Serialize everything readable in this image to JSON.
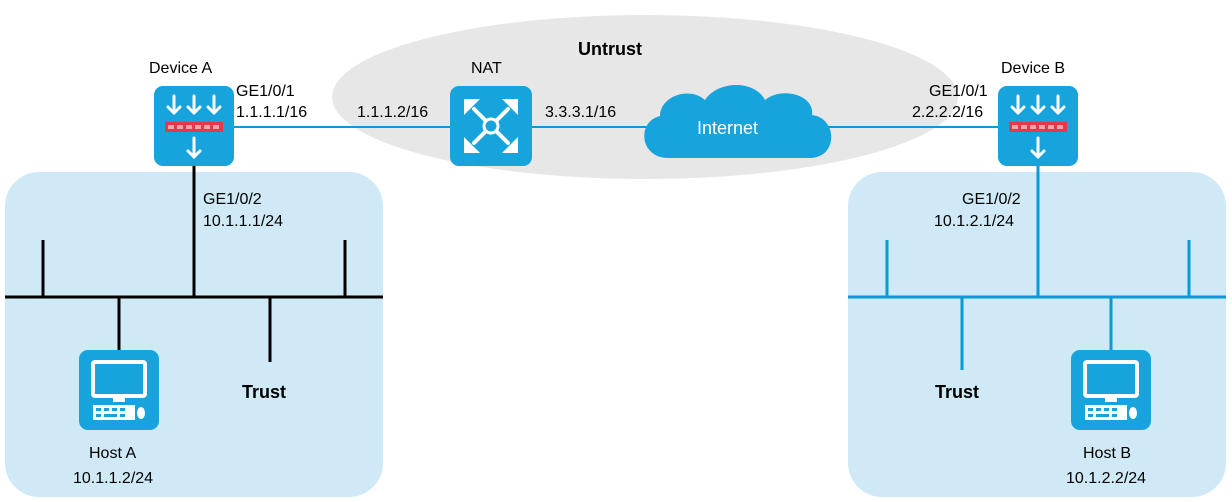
{
  "zones": {
    "untrust": "Untrust",
    "trust_left": "Trust",
    "trust_right": "Trust"
  },
  "devices": {
    "device_a": {
      "name": "Device A",
      "ge_out": "GE1/0/1",
      "ge_out_ip": "1.1.1.1/16",
      "ge_in": "GE1/0/2",
      "ge_in_ip": "10.1.1.1/24"
    },
    "nat": {
      "name": "NAT",
      "ip_left": "1.1.1.2/16",
      "ip_right": "3.3.3.1/16"
    },
    "internet": {
      "name": "Internet"
    },
    "device_b": {
      "name": "Device B",
      "ge_out": "GE1/0/1",
      "ge_out_ip": "2.2.2.2/16",
      "ge_in": "GE1/0/2",
      "ge_in_ip": "10.1.2.1/24"
    }
  },
  "hosts": {
    "host_a": {
      "name": "Host A",
      "ip": "10.1.1.2/24"
    },
    "host_b": {
      "name": "Host B",
      "ip": "10.1.2.2/24"
    }
  },
  "colors": {
    "zone_fill": "#cfe9f6",
    "untrust_fill": "#e7e7e7",
    "device_blue": "#17a3dc",
    "link_line": "#0a9ad6",
    "bus_black": "#000000",
    "port_red": "#e8364d"
  },
  "icons": {
    "firewall": "firewall-icon",
    "nat_router": "nat-router-icon",
    "cloud": "cloud-icon",
    "host": "host-pc-icon"
  }
}
